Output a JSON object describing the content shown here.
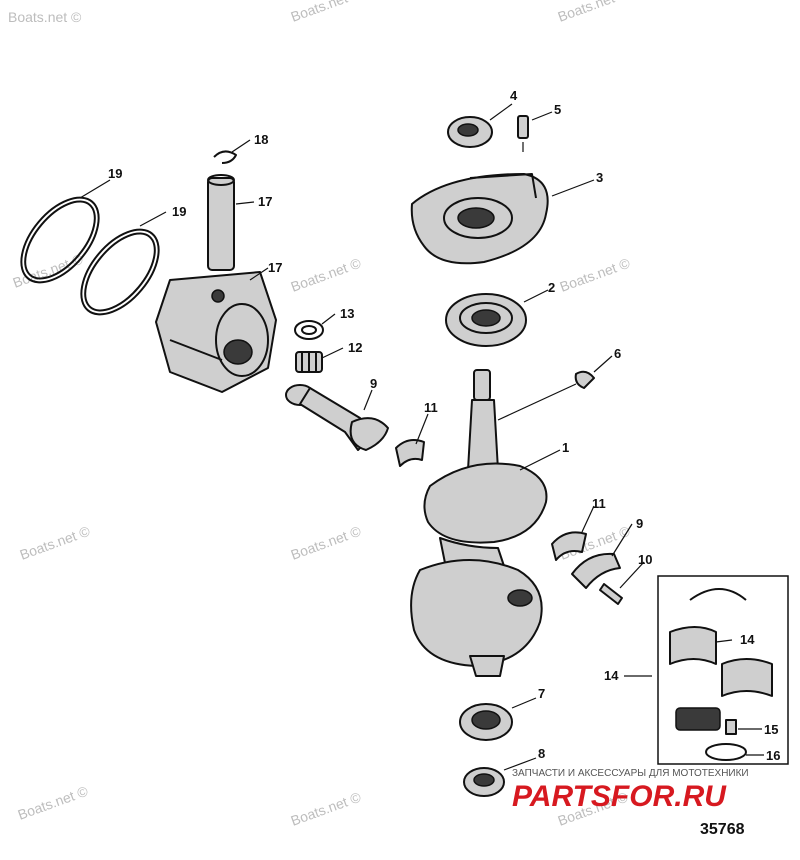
{
  "watermarks": [
    "Boats.net ©",
    "Boats.net ©",
    "Boats.net ©",
    "Boats.net ©",
    "Boats.net ©",
    "Boats.net ©",
    "Boats.net ©",
    "Boats.net ©",
    "Boats.net ©",
    "Boats.net ©",
    "Boats.net ©",
    "Boats.net ©"
  ],
  "labels": [
    "19",
    "19",
    "18",
    "17",
    "17",
    "13",
    "12",
    "9",
    "11",
    "4",
    "5",
    "3",
    "2",
    "6",
    "1",
    "11",
    "9",
    "10",
    "14",
    "14",
    "15",
    "16",
    "7",
    "8"
  ],
  "figure_number": "35768",
  "brand": {
    "tagline": "ЗАПЧАСТИ И АКСЕССУАРЫ ДЛЯ МОТОТЕХНИКИ",
    "name": "PARTSFOR.RU",
    "color": "#d71920"
  }
}
